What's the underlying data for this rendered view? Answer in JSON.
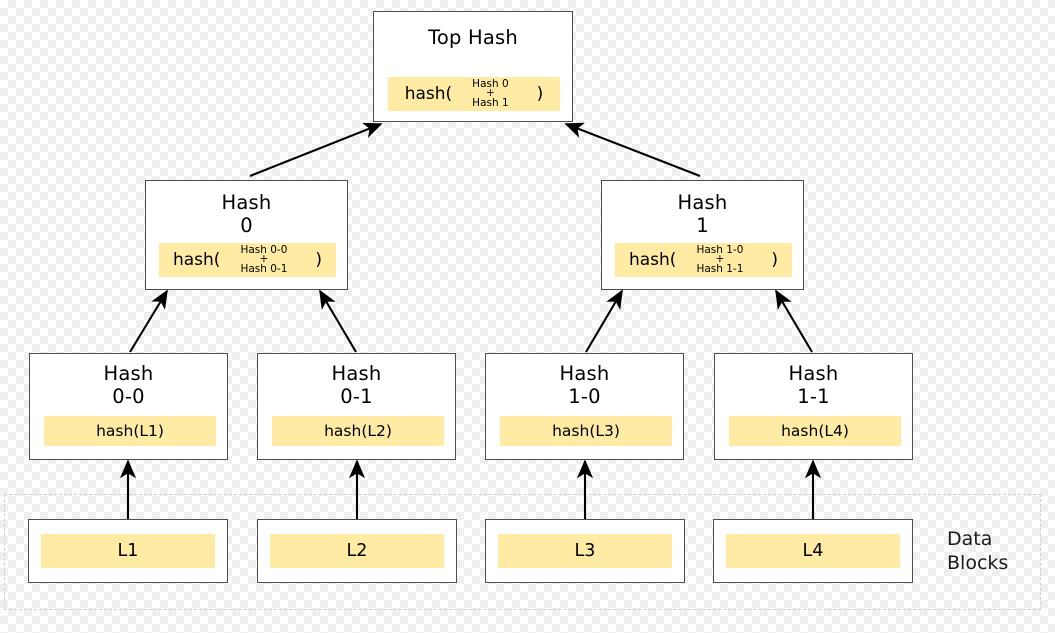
{
  "diagram": {
    "type": "merkle-tree",
    "colors": {
      "highlight": "#ffeba4",
      "node_border": "#4d4d4d",
      "dashed_border": "#cfcfcf",
      "text": "#000000",
      "background": "transparent-checkerboard"
    },
    "root": {
      "title": "Top Hash",
      "expr_open": "hash(",
      "expr_close": ")",
      "operand_top": "Hash 0",
      "operand_plus": "+",
      "operand_bottom": "Hash 1"
    },
    "level2": [
      {
        "title": "Hash\n0",
        "expr_open": "hash(",
        "expr_close": ")",
        "operand_top": "Hash 0-0",
        "operand_plus": "+",
        "operand_bottom": "Hash 0-1"
      },
      {
        "title": "Hash\n1",
        "expr_open": "hash(",
        "expr_close": ")",
        "operand_top": "Hash 1-0",
        "operand_plus": "+",
        "operand_bottom": "Hash 1-1"
      }
    ],
    "leaves": [
      {
        "title": "Hash\n0-0",
        "expr": "hash(L1)"
      },
      {
        "title": "Hash\n0-1",
        "expr": "hash(L2)"
      },
      {
        "title": "Hash\n1-0",
        "expr": "hash(L3)"
      },
      {
        "title": "Hash\n1-1",
        "expr": "hash(L4)"
      }
    ],
    "data_blocks": [
      {
        "label": "L1"
      },
      {
        "label": "L2"
      },
      {
        "label": "L3"
      },
      {
        "label": "L4"
      }
    ],
    "data_blocks_label": "Data\nBlocks"
  }
}
